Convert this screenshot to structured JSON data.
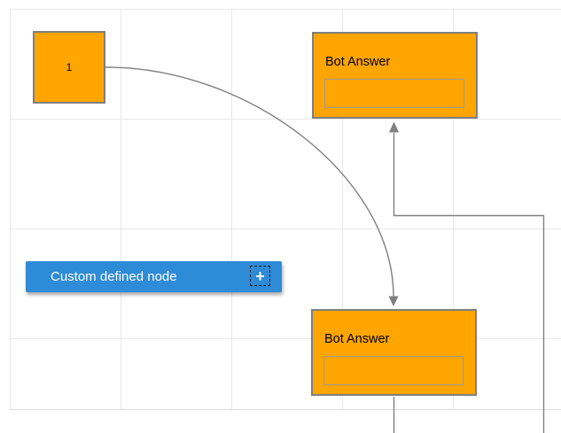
{
  "canvas": {
    "name": "flow-diagram-canvas"
  },
  "nodes": {
    "node1": {
      "label": "1"
    },
    "bot_answer_top": {
      "title": "Bot Answer",
      "input_value": "",
      "input_placeholder": ""
    },
    "bot_answer_bottom": {
      "title": "Bot Answer",
      "input_value": "",
      "input_placeholder": ""
    },
    "custom_node": {
      "label": "Custom defined node",
      "add_icon": "+"
    }
  },
  "icons": {
    "add_icon": "+"
  },
  "colors": {
    "node_fill": "#FFA500",
    "node_border": "#7F7F7F",
    "input_border": "#9B9B9B",
    "custom_node_fill": "#2E8BD8",
    "custom_node_text": "#FFFFFF",
    "connector": "#7F7F7F",
    "grid_line": "#E8E8E8",
    "page_border": "#DCDCDC",
    "canvas_bg": "#FFFFFF"
  }
}
